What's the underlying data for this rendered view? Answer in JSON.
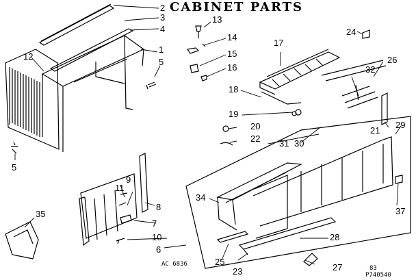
{
  "title": "CABINET PARTS",
  "art_code": "AC 6836",
  "revision": "83",
  "diagram_id": "P740540",
  "callouts": [
    "2",
    "3",
    "4",
    "1",
    "5",
    "12",
    "13",
    "14",
    "15",
    "16",
    "17",
    "18",
    "19",
    "20",
    "22",
    "24",
    "26",
    "32",
    "21",
    "29",
    "31",
    "30",
    "5",
    "9",
    "11",
    "8",
    "7",
    "10",
    "6",
    "34",
    "35",
    "25",
    "23",
    "28",
    "27",
    "37"
  ],
  "colors": {
    "ink": "#000000",
    "paper": "#ffffff"
  }
}
